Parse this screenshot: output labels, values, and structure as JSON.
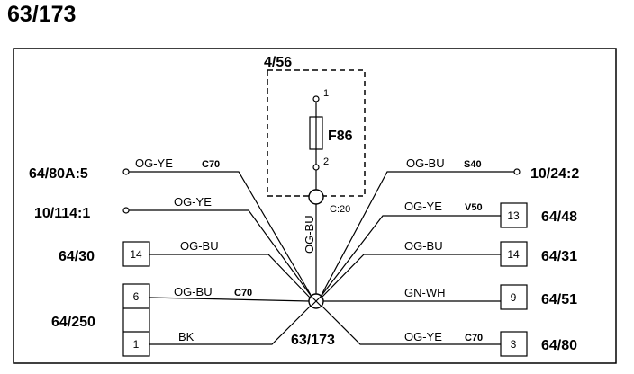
{
  "page": {
    "title": "63/173"
  },
  "colors": {
    "line": "#000000",
    "background": "#ffffff"
  },
  "ground_point": {
    "label": "63/173"
  },
  "fuse_box": {
    "label": "4/56",
    "fuse": "F86",
    "pin_top": "1",
    "pin_bottom": "2",
    "connector": "C:20",
    "wire_color": "OG-BU"
  },
  "left_connections": {
    "c1": {
      "label": "64/80A:5",
      "wire": "OG-YE",
      "connector": "C70"
    },
    "c2": {
      "label": "10/114:1",
      "wire": "OG-YE",
      "connector": ""
    },
    "c3": {
      "label": "64/30",
      "wire": "OG-BU",
      "pin": "14"
    },
    "c4": {
      "label": "64/250",
      "wire_a": "OG-BU",
      "connector_a": "C70",
      "pin_a": "6",
      "wire_b": "BK",
      "pin_b": "1"
    }
  },
  "right_connections": {
    "c1": {
      "label": "10/24:2",
      "wire": "OG-BU",
      "connector": "S40"
    },
    "c2": {
      "label": "64/48",
      "wire": "OG-YE",
      "connector": "V50",
      "pin": "13"
    },
    "c3": {
      "label": "64/31",
      "wire": "OG-BU",
      "pin": "14"
    },
    "c4": {
      "label": "64/51",
      "wire": "GN-WH",
      "pin": "9"
    },
    "c5": {
      "label": "64/80",
      "wire": "OG-YE",
      "connector": "C70",
      "pin": "3"
    }
  }
}
